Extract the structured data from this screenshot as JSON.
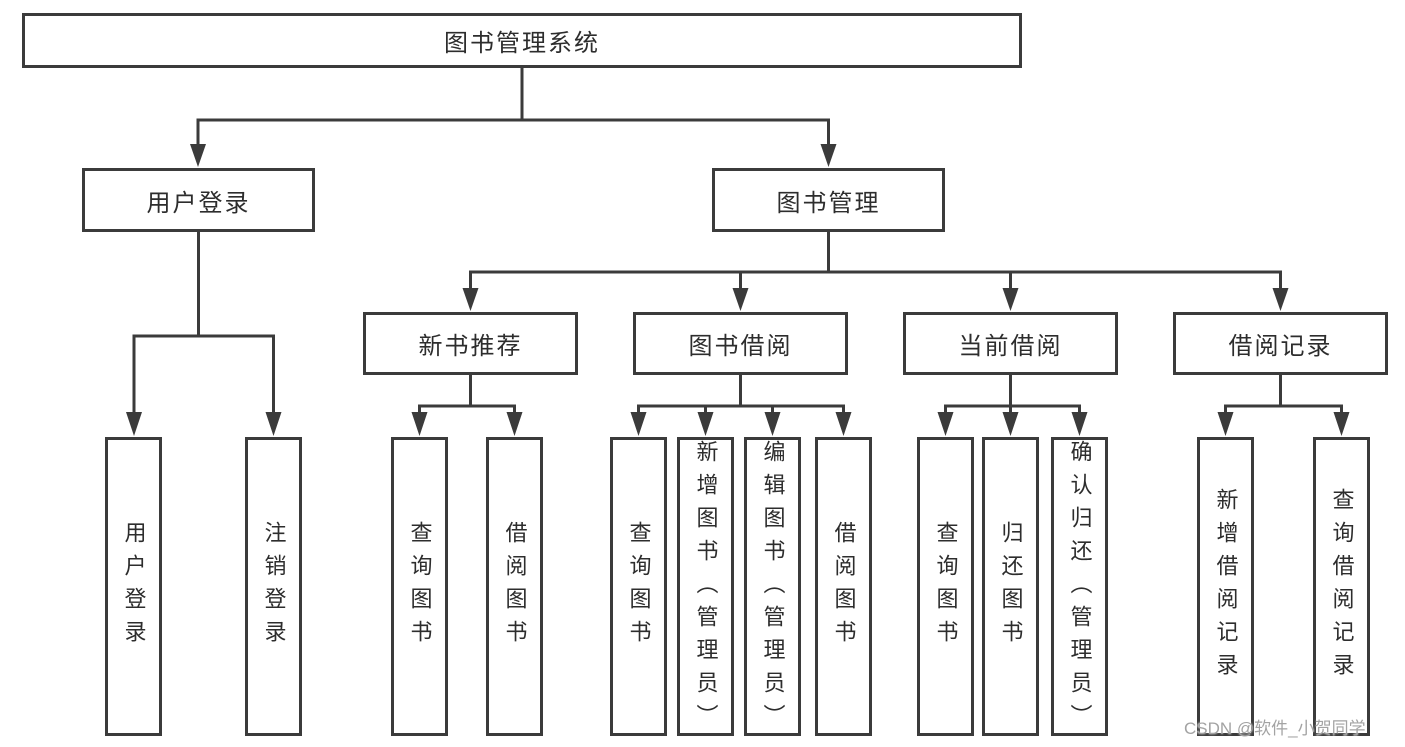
{
  "tree": {
    "label": "图书管理系统",
    "children": [
      {
        "label": "用户登录",
        "children": [
          {
            "label": "用户登录"
          },
          {
            "label": "注销登录"
          }
        ]
      },
      {
        "label": "图书管理",
        "children": [
          {
            "label": "新书推荐",
            "children": [
              {
                "label": "查询图书"
              },
              {
                "label": "借阅图书"
              }
            ]
          },
          {
            "label": "图书借阅",
            "children": [
              {
                "label": "查询图书"
              },
              {
                "label": "新增图书（管理员）"
              },
              {
                "label": "编辑图书（管理员）"
              },
              {
                "label": "借阅图书"
              }
            ]
          },
          {
            "label": "当前借阅",
            "children": [
              {
                "label": "查询图书"
              },
              {
                "label": "归还图书"
              },
              {
                "label": "确认归还（管理员）"
              }
            ]
          },
          {
            "label": "借阅记录",
            "children": [
              {
                "label": "新增借阅记录"
              },
              {
                "label": "查询借阅记录"
              }
            ]
          }
        ]
      }
    ]
  },
  "watermark": {
    "text": "CSDN @软件_小贺同学"
  },
  "colors": {
    "line": "#3b3b3b",
    "text": "#2d2d2d",
    "watermark": "#a3a3a3",
    "background": "#ffffff"
  }
}
